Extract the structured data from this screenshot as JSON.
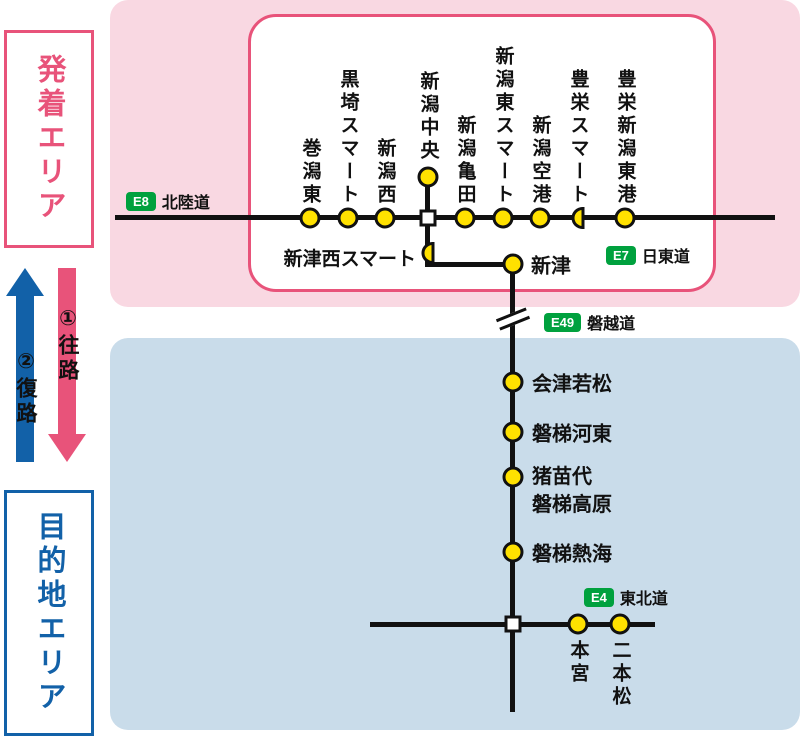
{
  "sidebar": {
    "departure_area": "発着エリア",
    "destination_area": "目的地エリア",
    "outbound": "①往路",
    "inbound": "②復路"
  },
  "roads": {
    "e8": {
      "badge": "E8",
      "name": "北陸道"
    },
    "e7": {
      "badge": "E7",
      "name": "日東道"
    },
    "e49": {
      "badge": "E49",
      "name": "磐越道"
    },
    "e4": {
      "badge": "E4",
      "name": "東北道"
    }
  },
  "hokuriku_stations": [
    {
      "name": "巻潟東"
    },
    {
      "name": "黒埼スマート"
    },
    {
      "name": "新潟西"
    },
    {
      "name": "新潟中央"
    },
    {
      "name": "新潟亀田"
    },
    {
      "name": "新潟東スマート"
    },
    {
      "name": "新潟空港"
    },
    {
      "name": "豊栄スマート"
    },
    {
      "name": "豊栄新潟東港"
    }
  ],
  "branch": {
    "niitsu_nishi_smart": "新津西スマート",
    "niitsu": "新津"
  },
  "banetsu_stations": {
    "aizu_wakamatsu": "会津若松",
    "bandai_kawahigashi": "磐梯河東",
    "inawashiro_line1": "猪苗代",
    "inawashiro_line2": "磐梯高原",
    "bandai_atami": "磐梯熱海"
  },
  "tohoku_stations": {
    "motomiya": "本宮",
    "nihonmatsu": "二本松"
  },
  "colors": {
    "pink_accent": "#E8537A",
    "pink_bg": "#F9D8E2",
    "blue_accent": "#1261A8",
    "blue_bg": "#C9DCEA",
    "station_yellow": "#FFE100",
    "badge_green": "#00A13E",
    "road_black": "#111111"
  }
}
